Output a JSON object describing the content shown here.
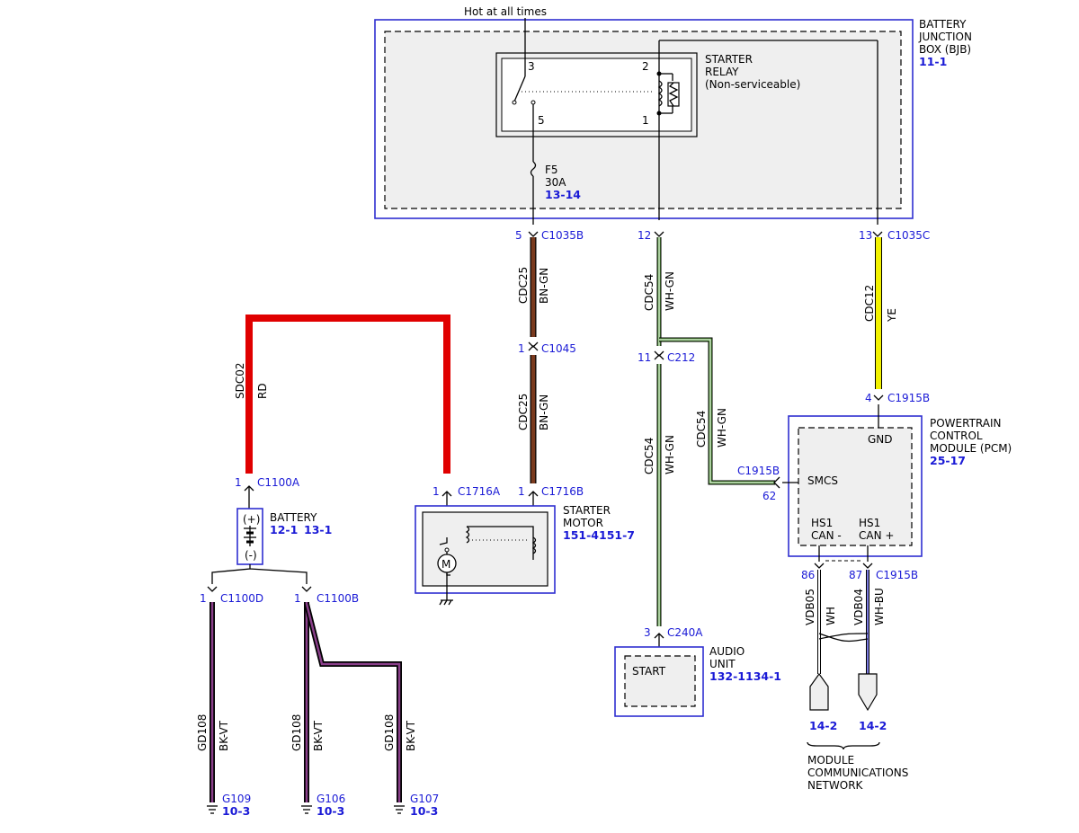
{
  "hot_label": "Hot at all times",
  "colors": {
    "module_border": "#2f2fd0",
    "ref_text": "#1a1ad6",
    "RD": "#e00000",
    "BN-GN": "#7a3a1e",
    "WH-GN": "#5aa040",
    "YE": "#f2f200",
    "BK-VT": "#8a3f8a"
  },
  "modules": {
    "bjb": {
      "lines": [
        "BATTERY",
        "JUNCTION",
        "BOX (BJB)"
      ],
      "ref": "11-1"
    },
    "relay": {
      "lines": [
        "STARTER",
        "RELAY",
        "(Non-serviceable)"
      ],
      "pins": [
        "3",
        "2",
        "5",
        "1"
      ]
    },
    "fuse": {
      "name": "F5",
      "rating": "30A",
      "ref": "13-14"
    },
    "battery": {
      "lines": [
        "BATTERY"
      ],
      "refs": [
        "12-1",
        "13-1"
      ],
      "plus": "(+)",
      "minus": "(-)"
    },
    "starter": {
      "lines": [
        "STARTER",
        "MOTOR"
      ],
      "refs": [
        "151-4",
        "151-7"
      ],
      "motor_symbol": "M"
    },
    "pcm": {
      "lines": [
        "POWERTRAIN",
        "CONTROL",
        "MODULE (PCM)"
      ],
      "ref": "25-17",
      "pin_gnd": "GND",
      "pin_smcs": "SMCS",
      "can_minus": [
        "HS1",
        "CAN -"
      ],
      "can_plus": [
        "HS1",
        "CAN +"
      ]
    },
    "audio": {
      "lines": [
        "AUDIO",
        "UNIT"
      ],
      "refs": [
        "132-1",
        "134-1"
      ],
      "pin_start": "START"
    },
    "network": {
      "lines": [
        "MODULE",
        "COMMUNICATIONS",
        "NETWORK"
      ],
      "refs": [
        "14-2",
        "14-2"
      ]
    }
  },
  "connectors": [
    {
      "pin": "5",
      "id": "C1035B"
    },
    {
      "pin": "12",
      "id": ""
    },
    {
      "pin": "13",
      "id": "C1035C"
    },
    {
      "pin": "1",
      "id": "C1045"
    },
    {
      "pin": "11",
      "id": "C212"
    },
    {
      "pin": "4",
      "id": "C1915B"
    },
    {
      "pin": "",
      "id": "C1915B"
    },
    {
      "pin": "62",
      "id": ""
    },
    {
      "pin": "1",
      "id": "C1100A"
    },
    {
      "pin": "1",
      "id": "C1716A"
    },
    {
      "pin": "1",
      "id": "C1716B"
    },
    {
      "pin": "1",
      "id": "C1100D"
    },
    {
      "pin": "1",
      "id": "C1100B"
    },
    {
      "pin": "3",
      "id": "C240A"
    },
    {
      "pin": "86",
      "id": ""
    },
    {
      "pin": "87",
      "id": "C1915B"
    }
  ],
  "wires": [
    {
      "circuit": "CDC25",
      "color": "BN-GN"
    },
    {
      "circuit": "CDC25",
      "color": "BN-GN"
    },
    {
      "circuit": "CDC54",
      "color": "WH-GN"
    },
    {
      "circuit": "CDC54",
      "color": "WH-GN"
    },
    {
      "circuit": "CDC54",
      "color": "WH-GN"
    },
    {
      "circuit": "CDC12",
      "color": "YE"
    },
    {
      "circuit": "SDC02",
      "color": "RD"
    },
    {
      "circuit": "GD108",
      "color": "BK-VT"
    },
    {
      "circuit": "GD108",
      "color": "BK-VT"
    },
    {
      "circuit": "GD108",
      "color": "BK-VT"
    },
    {
      "circuit": "VDB05",
      "color": "WH"
    },
    {
      "circuit": "VDB04",
      "color": "WH-BU"
    }
  ],
  "grounds": [
    {
      "id": "G109",
      "ref": "10-3"
    },
    {
      "id": "G106",
      "ref": "10-3"
    },
    {
      "id": "G107",
      "ref": "10-3"
    }
  ]
}
